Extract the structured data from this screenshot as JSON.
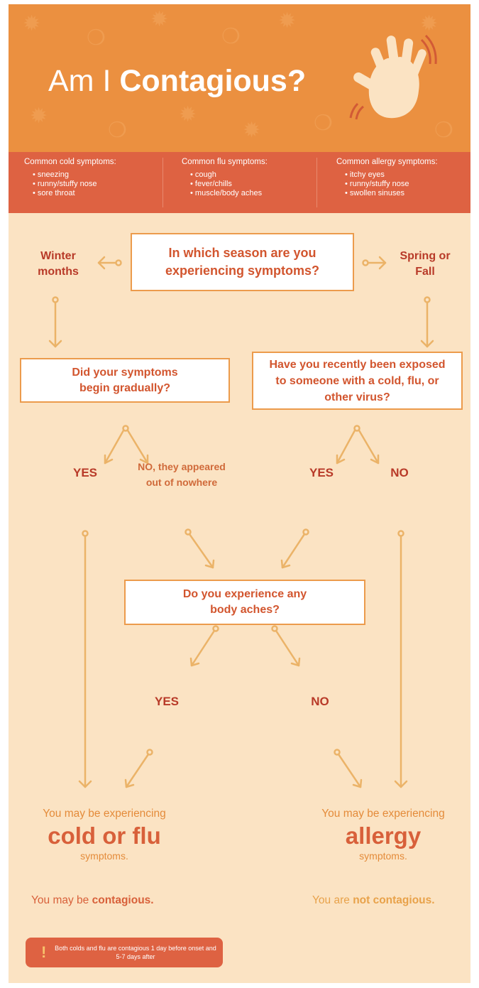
{
  "header": {
    "title_prefix": "Am I",
    "title_bold": "Contagious?"
  },
  "symptoms": [
    {
      "heading": "Common cold symptoms:",
      "items": [
        "sneezing",
        "runny/stuffy nose",
        "sore throat"
      ]
    },
    {
      "heading": "Common flu symptoms:",
      "items": [
        "cough",
        "fever/chills",
        "muscle/body aches"
      ]
    },
    {
      "heading": "Common allergy symptoms:",
      "items": [
        "itchy eyes",
        "runny/stuffy nose",
        "swollen sinuses"
      ]
    }
  ],
  "flow": {
    "season_question": "In which season are you experiencing symptoms?",
    "winter": "Winter months",
    "spring": "Spring or Fall",
    "gradual_question": "Did your symptoms begin gradually?",
    "exposed_question": "Have you recently been exposed to someone with a cold, flu, or other virus?",
    "yes_gradual": "YES",
    "no_gradual": "NO, they appeared out of nowhere",
    "yes_exposed": "YES",
    "no_exposed": "NO",
    "aches_question": "Do you experience any body aches?",
    "yes_aches": "YES",
    "no_aches": "NO"
  },
  "results": {
    "left_intro": "You may be experiencing",
    "left_big": "cold or flu",
    "left_small": "symptoms.",
    "left_contagious_prefix": "You may be",
    "left_contagious_bold": "contagious.",
    "right_intro": "You may be experiencing",
    "right_big": "allergy",
    "right_small": "symptoms.",
    "right_contagious_prefix": "You are",
    "right_contagious_bold": "not contagious."
  },
  "note": {
    "icon": "exclamation-icon",
    "text": "Both colds and flu are contagious 1 day before onset and 5-7 days after"
  },
  "colors": {
    "header_bg": "#eb9040",
    "symptom_bar": "#de6242",
    "background": "#fbe3c3",
    "arrow": "#ebb368",
    "question_text": "#d2552e",
    "answer_text": "#b83a28",
    "result_text": "#e48b3a"
  }
}
